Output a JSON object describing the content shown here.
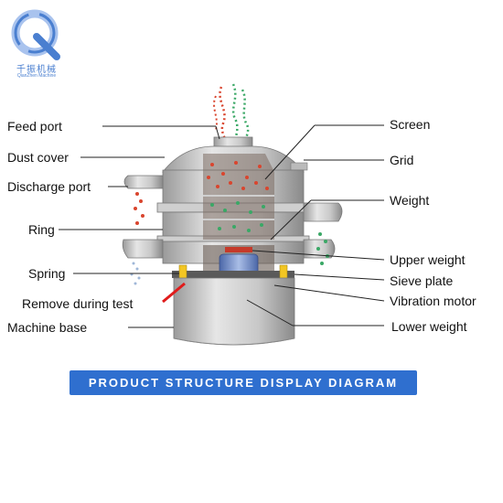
{
  "logo": {
    "cn_text": "千振机械",
    "en_text": "QianZhen Machine"
  },
  "labels_left": {
    "feed_port": "Feed port",
    "dust_cover": "Dust cover",
    "discharge_port": "Discharge port",
    "ring": "Ring",
    "spring": "Spring",
    "remove_during_test": "Remove during test",
    "machine_base": "Machine base"
  },
  "labels_right": {
    "screen": "Screen",
    "grid": "Grid",
    "weight": "Weight",
    "upper_weight": "Upper weight",
    "sieve_plate": "Sieve plate",
    "vibration_motor": "Vibration motor",
    "lower_weight": "Lower weight"
  },
  "banner": {
    "text": "PRODUCT STRUCTURE DISPLAY DIAGRAM"
  },
  "colors": {
    "banner_bg": "#2f6fcf",
    "logo_blue": "#4a7fd0",
    "metal_light": "#d9d9d9",
    "metal_dark": "#8a8a8a",
    "particle_red": "#d9452e",
    "particle_green": "#3aa866",
    "motor_blue": "#6f8fc8",
    "spring_yellow": "#f3c623",
    "pointer_red": "#e01b1b"
  }
}
